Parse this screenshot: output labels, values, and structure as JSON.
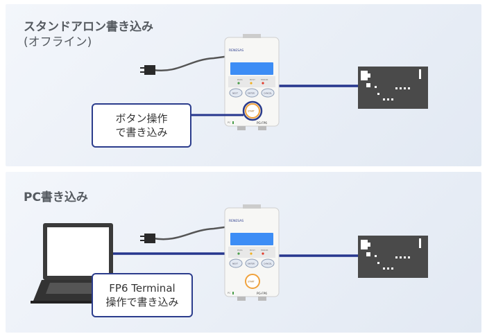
{
  "standalone": {
    "title": "スタンドアロン書き込み",
    "subtitle": "(オフライン)",
    "callout_line1": "ボタン操作",
    "callout_line2": "で書き込み"
  },
  "pc": {
    "title": "PC書き込み",
    "callout_line1": "FP6 Terminal",
    "callout_line2": "操作で書き込み"
  },
  "device": {
    "brand": "RENESAS",
    "model": "PG-FP6",
    "led_labels": [
      "PASS",
      "BUSY",
      "ERROR"
    ],
    "button_labels": [
      "NEXT",
      "ENTER",
      "CANCEL"
    ],
    "start_label": "START",
    "pc_indicator": "PC"
  },
  "colors": {
    "cable": "#26368e",
    "board": "#4a4a4a",
    "lcd": "#3d8df5",
    "start_ring": "#f0a23c"
  }
}
